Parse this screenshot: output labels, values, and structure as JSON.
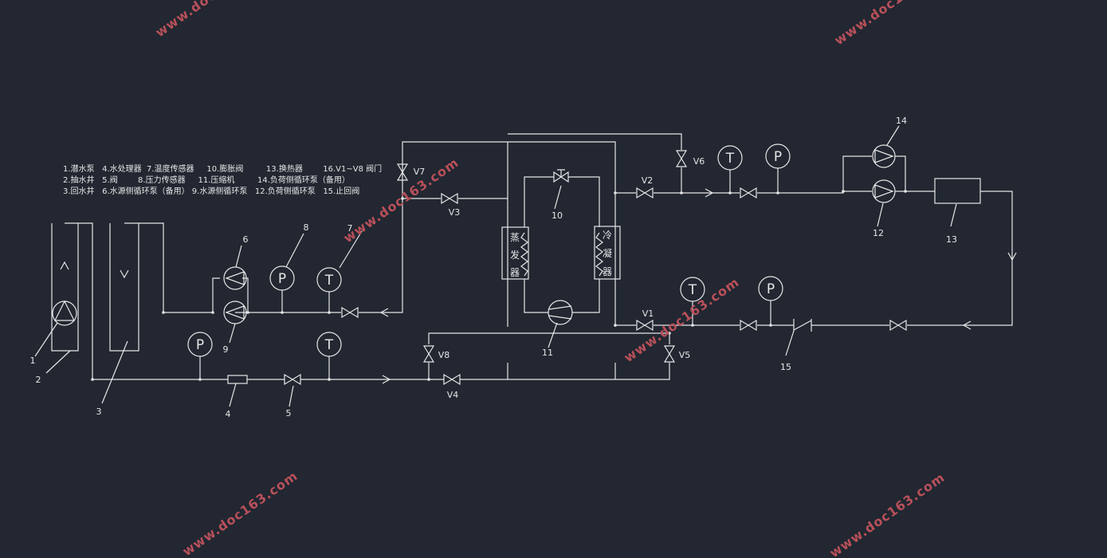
{
  "legend": [
    "1.潜水泵   4.水处理器  7.温度传感器     10.膨胀阀         13.换热器        16.V1~V8 阀门",
    "2.抽水井   5.阀        8.压力传感器     11.压缩机         14.负荷侧循环泵（备用）",
    "3.回水井   6.水源侧循环泵（备用） 9.水源侧循环泵   12.负荷侧循环泵   15.止回阀"
  ],
  "sensor_symbols": {
    "pressure": "P",
    "temperature": "T"
  },
  "numbers": {
    "n1": "1",
    "n2": "2",
    "n3": "3",
    "n4": "4",
    "n5": "5",
    "n6": "6",
    "n7": "7",
    "n8": "8",
    "n9": "9",
    "n10": "10",
    "n11": "11",
    "n12": "12",
    "n13": "13",
    "n14": "14",
    "n15": "15"
  },
  "valves": {
    "v1": "V1",
    "v2": "V2",
    "v3": "V3",
    "v4": "V4",
    "v5": "V5",
    "v6": "V6",
    "v7": "V7",
    "v8": "V8"
  },
  "evaporator": [
    "蒸",
    "发",
    "器"
  ],
  "condenser": [
    "冷",
    "凝",
    "器"
  ],
  "watermark": "www.doc163.com",
  "colors": {
    "background": "#222731",
    "line": "#e6e6e6",
    "watermark": "#b8505a"
  }
}
